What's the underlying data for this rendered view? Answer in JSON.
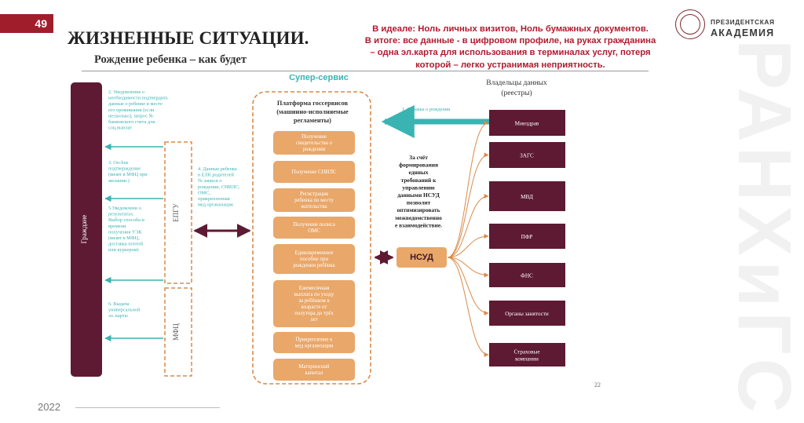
{
  "slide": {
    "number": "49",
    "title": "ЖИЗНЕННЫЕ СИТУАЦИИ.",
    "subtitle": "Рождение ребенка – как будет",
    "note_lines": [
      "В идеале: Ноль личных визитов, Ноль бумажных документов.",
      "В итоге: все данные - в цифровом профиле,  на руках гражданина",
      "– одна эл.карта для использования в терминалах услуг, потеря",
      "которой – легко устранимая неприятность."
    ],
    "year": "2022",
    "page_footer": "22"
  },
  "logo": {
    "line1": "ПРЕЗИДЕНТСКАЯ",
    "line2": "АКАДЕМИЯ",
    "watermark": "РАНХиГС"
  },
  "colors": {
    "maroon": "#5d1a32",
    "orange": "#e9a769",
    "orange_border": "#d98a4a",
    "teal": "#3ab3b3",
    "title_red": "#b01b2e"
  },
  "diagram": {
    "citizens_label": "Граждане",
    "epgu_label": "ЕПГУ",
    "mfc_label": "МФЦ",
    "super_service_label": "Супер-сервис",
    "platform_title_lines": [
      "Платформа госсервисов",
      "(машинно-исполняемые",
      "регламенты)"
    ],
    "services": [
      [
        "Получение",
        "свидетельства о",
        "рождении"
      ],
      [
        "Получение СНИЛС"
      ],
      [
        "Регистрация",
        "ребенка по месту",
        "жительства"
      ],
      [
        "Получение полиса",
        "ОМС"
      ],
      [
        "Единовременное",
        "пособие при",
        "рождении ребёнка"
      ],
      [
        "Ежемесячная",
        "выплата по уходу",
        "за ребёнком в",
        "возрасте от",
        "полутора до трёх",
        "лет"
      ],
      [
        "Прикрепление к",
        "мед организации"
      ],
      [
        "Материнский",
        "капитал"
      ]
    ],
    "steps": [
      [
        "2. Уведомление о",
        "необходимости подтвердить",
        "данные о ребенке и месте",
        "его проживания (если",
        "несколько), запрос №",
        "банковского счета для",
        "соц.выплат"
      ],
      [
        "3. On-line",
        "подтверждение",
        "(визит в МФЦ при",
        "желании )"
      ],
      [
        "5.Уведомлени о",
        "результатах.",
        "Выбор способа и",
        "времени",
        "получения УЭК",
        "(визит в МФЦ,",
        "доставка почтой",
        "или курьером)"
      ],
      [
        "6. Выдача",
        "универсальной",
        "эл. карты"
      ]
    ],
    "step4": [
      "4. Данные ребенка",
      "в  ЕЛК  родителей",
      "№ записи о",
      "рождении, СНИЛС,",
      "ОМС,",
      "прикрепленная",
      "мед.организация"
    ],
    "step1": "1. Справка о рождении",
    "nsud_label": "НСУД",
    "nsud_note_lines": [
      "За счёт",
      "формирования",
      "единых",
      "требований к",
      "управлению",
      "данными НСУД",
      "позволит",
      "оптимизировать",
      "межведомственно",
      "е взаимодействие."
    ],
    "owners_title_lines": [
      "Владельцы данных",
      "(реестры)"
    ],
    "owners": [
      [
        "Минздрав"
      ],
      [
        "ЗАГС"
      ],
      [
        "МВД"
      ],
      [
        "ПФР"
      ],
      [
        "ФНС"
      ],
      [
        "Органы занятости"
      ],
      [
        "Страховые",
        "компании"
      ]
    ]
  }
}
